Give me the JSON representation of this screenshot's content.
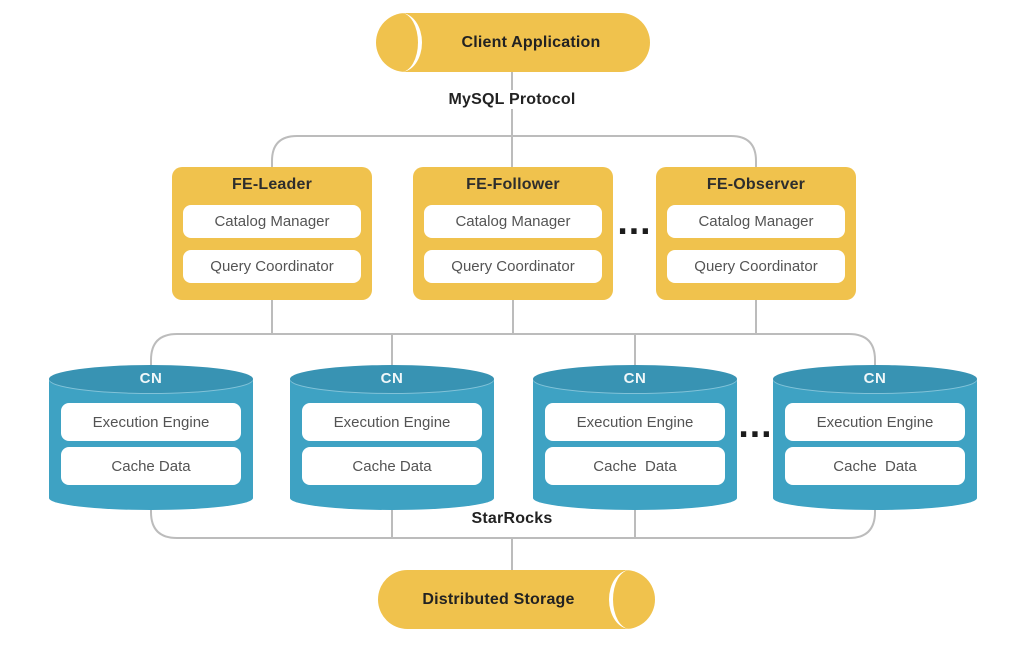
{
  "diagram": {
    "client": {
      "label": "Client Application"
    },
    "protocol_label": "MySQL Protocol",
    "fe_nodes": [
      {
        "title": "FE-Leader",
        "components": [
          "Catalog Manager",
          "Query Coordinator"
        ]
      },
      {
        "title": "FE-Follower",
        "components": [
          "Catalog Manager",
          "Query Coordinator"
        ]
      },
      {
        "title": "FE-Observer",
        "components": [
          "Catalog Manager",
          "Query Coordinator"
        ]
      }
    ],
    "fe_ellipsis": "...",
    "cn_nodes": [
      {
        "title": "CN",
        "components": [
          "Execution Engine",
          "Cache Data"
        ]
      },
      {
        "title": "CN",
        "components": [
          "Execution Engine",
          "Cache Data"
        ]
      },
      {
        "title": "CN",
        "components": [
          "Execution Engine",
          "Cache  Data"
        ]
      },
      {
        "title": "CN",
        "components": [
          "Execution Engine",
          "Cache  Data"
        ]
      }
    ],
    "cn_ellipsis": "...",
    "cluster_label": "StarRocks",
    "storage": {
      "label": "Distributed Storage"
    },
    "colors": {
      "node_yellow": "#F0C24D",
      "node_teal": "#3EA2C3",
      "node_teal_dark": "#3893B3",
      "connector_gray": "#BCBCBC",
      "title_text": "#222222",
      "component_text": "#545454"
    }
  }
}
